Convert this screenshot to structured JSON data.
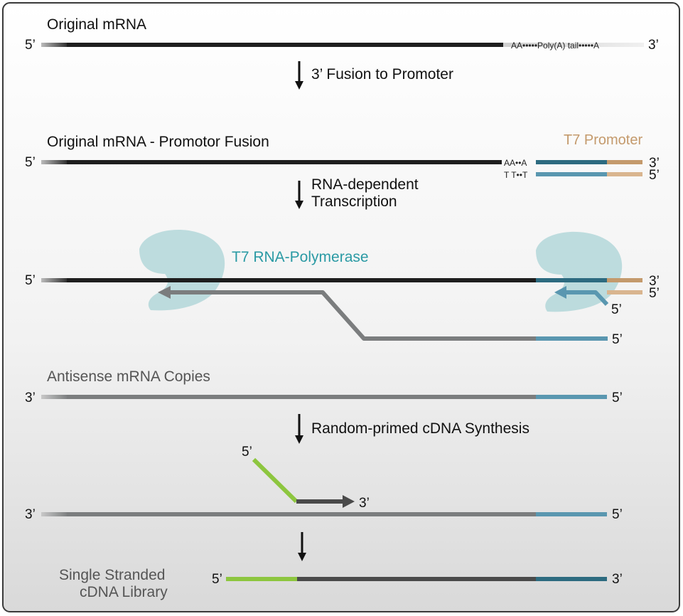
{
  "titles": {
    "original_mrna": "Original mRNA",
    "fusion": "Original mRNA - Promotor Fusion",
    "t7_promoter": "T7 Promoter",
    "polymerase": "T7 RNA-Polymerase",
    "antisense": "Antisense mRNA Copies",
    "library_line1": "Single Stranded",
    "library_line2": "cDNA Library"
  },
  "steps": {
    "step1": "3’ Fusion to Promoter",
    "step2_line1": "RNA-dependent",
    "step2_line2": "Transcription",
    "step3": "Random-primed cDNA Synthesis"
  },
  "sequences": {
    "polya_tail": "AA•••••Poly(A) tail•••••A",
    "aa_a": "AA••A",
    "tt_t": "T T••T"
  },
  "ends": {
    "five": "5’",
    "three": "3’"
  },
  "colors": {
    "mrna": "#1e1e1e",
    "antisense": "#7b7d7e",
    "promoter": "#c49a6c",
    "promoter_light": "#d9b58f",
    "t7_blue": "#5a97b0",
    "t7_dark": "#2d6b80",
    "primer_green": "#8dc63f",
    "cdna_dark": "#4a4a4a",
    "polymerase": "#a9d3d6",
    "polymerase_label": "#2a9aa4",
    "promoter_label": "#c49a6c"
  }
}
